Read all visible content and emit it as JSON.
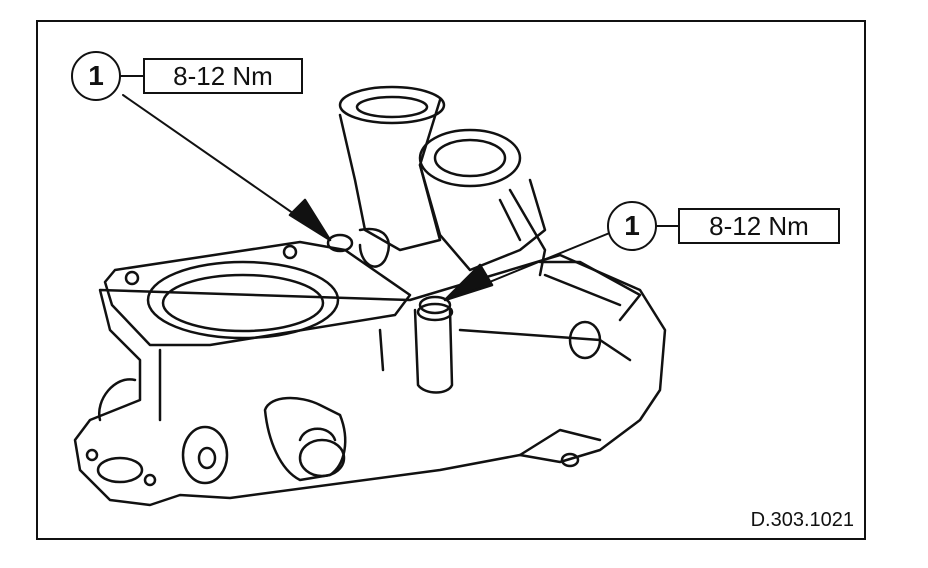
{
  "callouts": [
    {
      "number": "1",
      "torque": "8-12 Nm"
    },
    {
      "number": "1",
      "torque": "8-12 Nm"
    }
  ],
  "figure_code": "D.303.1021",
  "colors": {
    "line": "#111111",
    "background": "#ffffff"
  }
}
